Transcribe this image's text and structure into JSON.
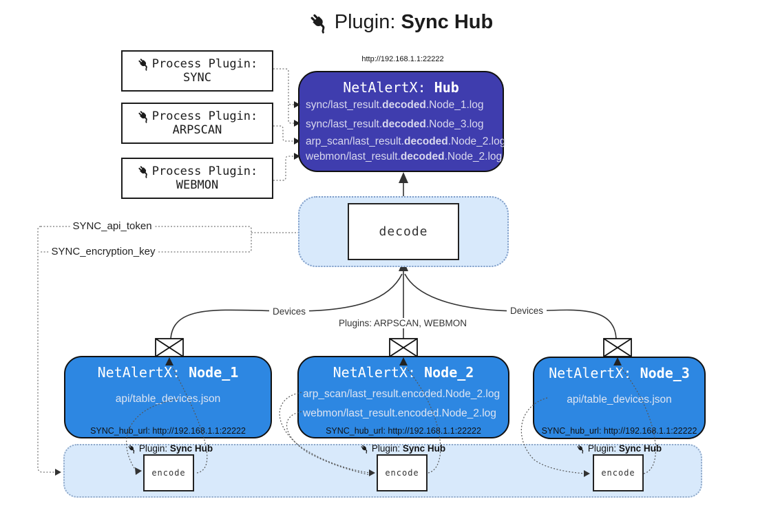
{
  "title": {
    "prefix": "Plugin: ",
    "bold": "Sync Hub"
  },
  "process_plugins": [
    {
      "label": "Process Plugin:",
      "name": "SYNC"
    },
    {
      "label": "Process Plugin:",
      "name": "ARPSCAN"
    },
    {
      "label": "Process Plugin:",
      "name": "WEBMON"
    }
  ],
  "hub": {
    "url": "http://192.168.1.1:22222",
    "title_prefix": "NetAlertX: ",
    "title_bold": "Hub",
    "lines": [
      {
        "pre": "sync/last_result.",
        "bold": "decoded",
        "post": ".Node_1.log"
      },
      {
        "pre": "sync/last_result.",
        "bold": "decoded",
        "post": ".Node_3.log"
      },
      {
        "pre": "arp_scan/last_result.",
        "bold": "decoded",
        "post": ".Node_2.log"
      },
      {
        "pre": "webmon/last_result.",
        "bold": "decoded",
        "post": ".Node_2.log"
      }
    ]
  },
  "decode": {
    "label": "decode"
  },
  "secrets": {
    "api_token": "SYNC_api_token",
    "encryption_key": "SYNC_encryption_key"
  },
  "edges": {
    "devices_left": "Devices",
    "devices_right": "Devices",
    "plugins_mid": "Plugins: ARPSCAN, WEBMON"
  },
  "nodes": [
    {
      "title_prefix": "NetAlertX: ",
      "title_bold": "Node_1",
      "lines": [
        "api/table_devices.json"
      ],
      "hub_url": "SYNC_hub_url: http://192.168.1.1:22222"
    },
    {
      "title_prefix": "NetAlertX: ",
      "title_bold": "Node_2",
      "lines": [
        "arp_scan/last_result.encoded.Node_2.log",
        "webmon/last_result.encoded.Node_2.log"
      ],
      "hub_url": "SYNC_hub_url: http://192.168.1.1:22222"
    },
    {
      "title_prefix": "NetAlertX: ",
      "title_bold": "Node_3",
      "lines": [
        "api/table_devices.json"
      ],
      "hub_url": "SYNC_hub_url: http://192.168.1.1:22222"
    }
  ],
  "encode": {
    "label": "encode",
    "plugin_prefix": "Plugin: ",
    "plugin_bold": "Sync Hub"
  },
  "colors": {
    "hub_fill": "#3F3DAE",
    "node_fill": "#2D87E2",
    "container_fill": "#D8E9FB",
    "container_border": "#7E9CC7",
    "box_border": "#111111",
    "hub_text": "#D9D8EE",
    "node_text": "#DCE4F2"
  }
}
